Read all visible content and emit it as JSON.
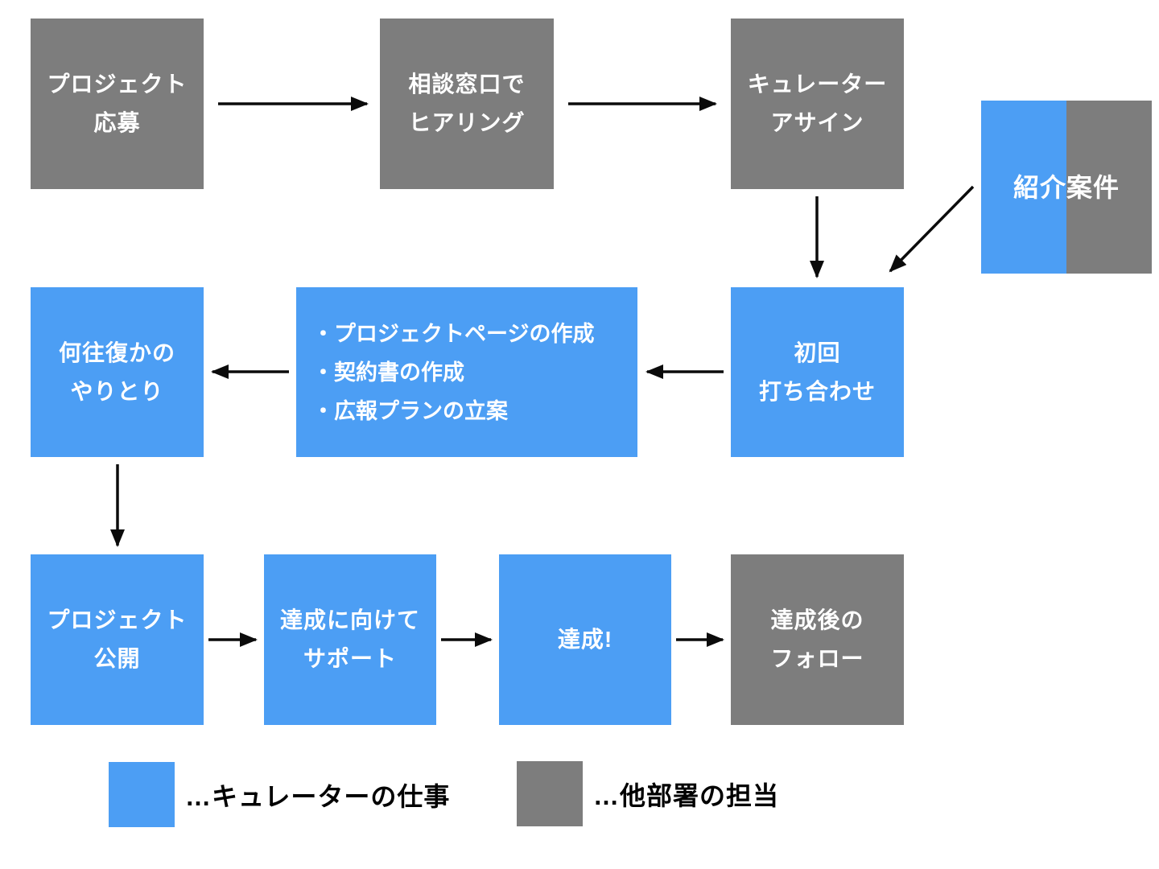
{
  "colors": {
    "curator_blue": "#4C9EF4",
    "other_gray": "#7D7D7D",
    "arrow_black": "#0B0B0B",
    "box_text": "#FFFFFF",
    "legend_text": "#000000"
  },
  "nodes": [
    {
      "id": "project-apply",
      "role": "other",
      "lines": [
        "プロジェクト",
        "応募"
      ]
    },
    {
      "id": "consult-hearing",
      "role": "other",
      "lines": [
        "相談窓口で",
        "ヒアリング"
      ]
    },
    {
      "id": "curator-assign",
      "role": "other",
      "lines": [
        "キュレーター",
        "アサイン"
      ]
    },
    {
      "id": "referral-case",
      "role": "both",
      "lines": [
        "紹介案件"
      ]
    },
    {
      "id": "several-exchanges",
      "role": "curator",
      "lines": [
        "何往復かの",
        "やりとり"
      ]
    },
    {
      "id": "preparation-tasks",
      "role": "curator",
      "lines": [
        "・プロジェクトページの作成",
        "・契約書の作成",
        "・広報プランの立案"
      ]
    },
    {
      "id": "first-meeting",
      "role": "curator",
      "lines": [
        "初回",
        "打ち合わせ"
      ]
    },
    {
      "id": "project-launch",
      "role": "curator",
      "lines": [
        "プロジェクト",
        "公開"
      ]
    },
    {
      "id": "support-to-goal",
      "role": "curator",
      "lines": [
        "達成に向けて",
        "サポート"
      ]
    },
    {
      "id": "achieved",
      "role": "curator",
      "lines": [
        "達成!"
      ]
    },
    {
      "id": "post-follow-up",
      "role": "other",
      "lines": [
        "達成後の",
        "フォロー"
      ]
    }
  ],
  "edges": [
    {
      "from": "project-apply",
      "to": "consult-hearing"
    },
    {
      "from": "consult-hearing",
      "to": "curator-assign"
    },
    {
      "from": "curator-assign",
      "to": "first-meeting"
    },
    {
      "from": "referral-case",
      "to": "first-meeting"
    },
    {
      "from": "first-meeting",
      "to": "preparation-tasks"
    },
    {
      "from": "preparation-tasks",
      "to": "several-exchanges"
    },
    {
      "from": "several-exchanges",
      "to": "project-launch"
    },
    {
      "from": "project-launch",
      "to": "support-to-goal"
    },
    {
      "from": "support-to-goal",
      "to": "achieved"
    },
    {
      "from": "achieved",
      "to": "post-follow-up"
    }
  ],
  "legend": [
    {
      "swatch": "curator_blue",
      "label": "…キュレーターの仕事"
    },
    {
      "swatch": "other_gray",
      "label": "…他部署の担当"
    }
  ]
}
